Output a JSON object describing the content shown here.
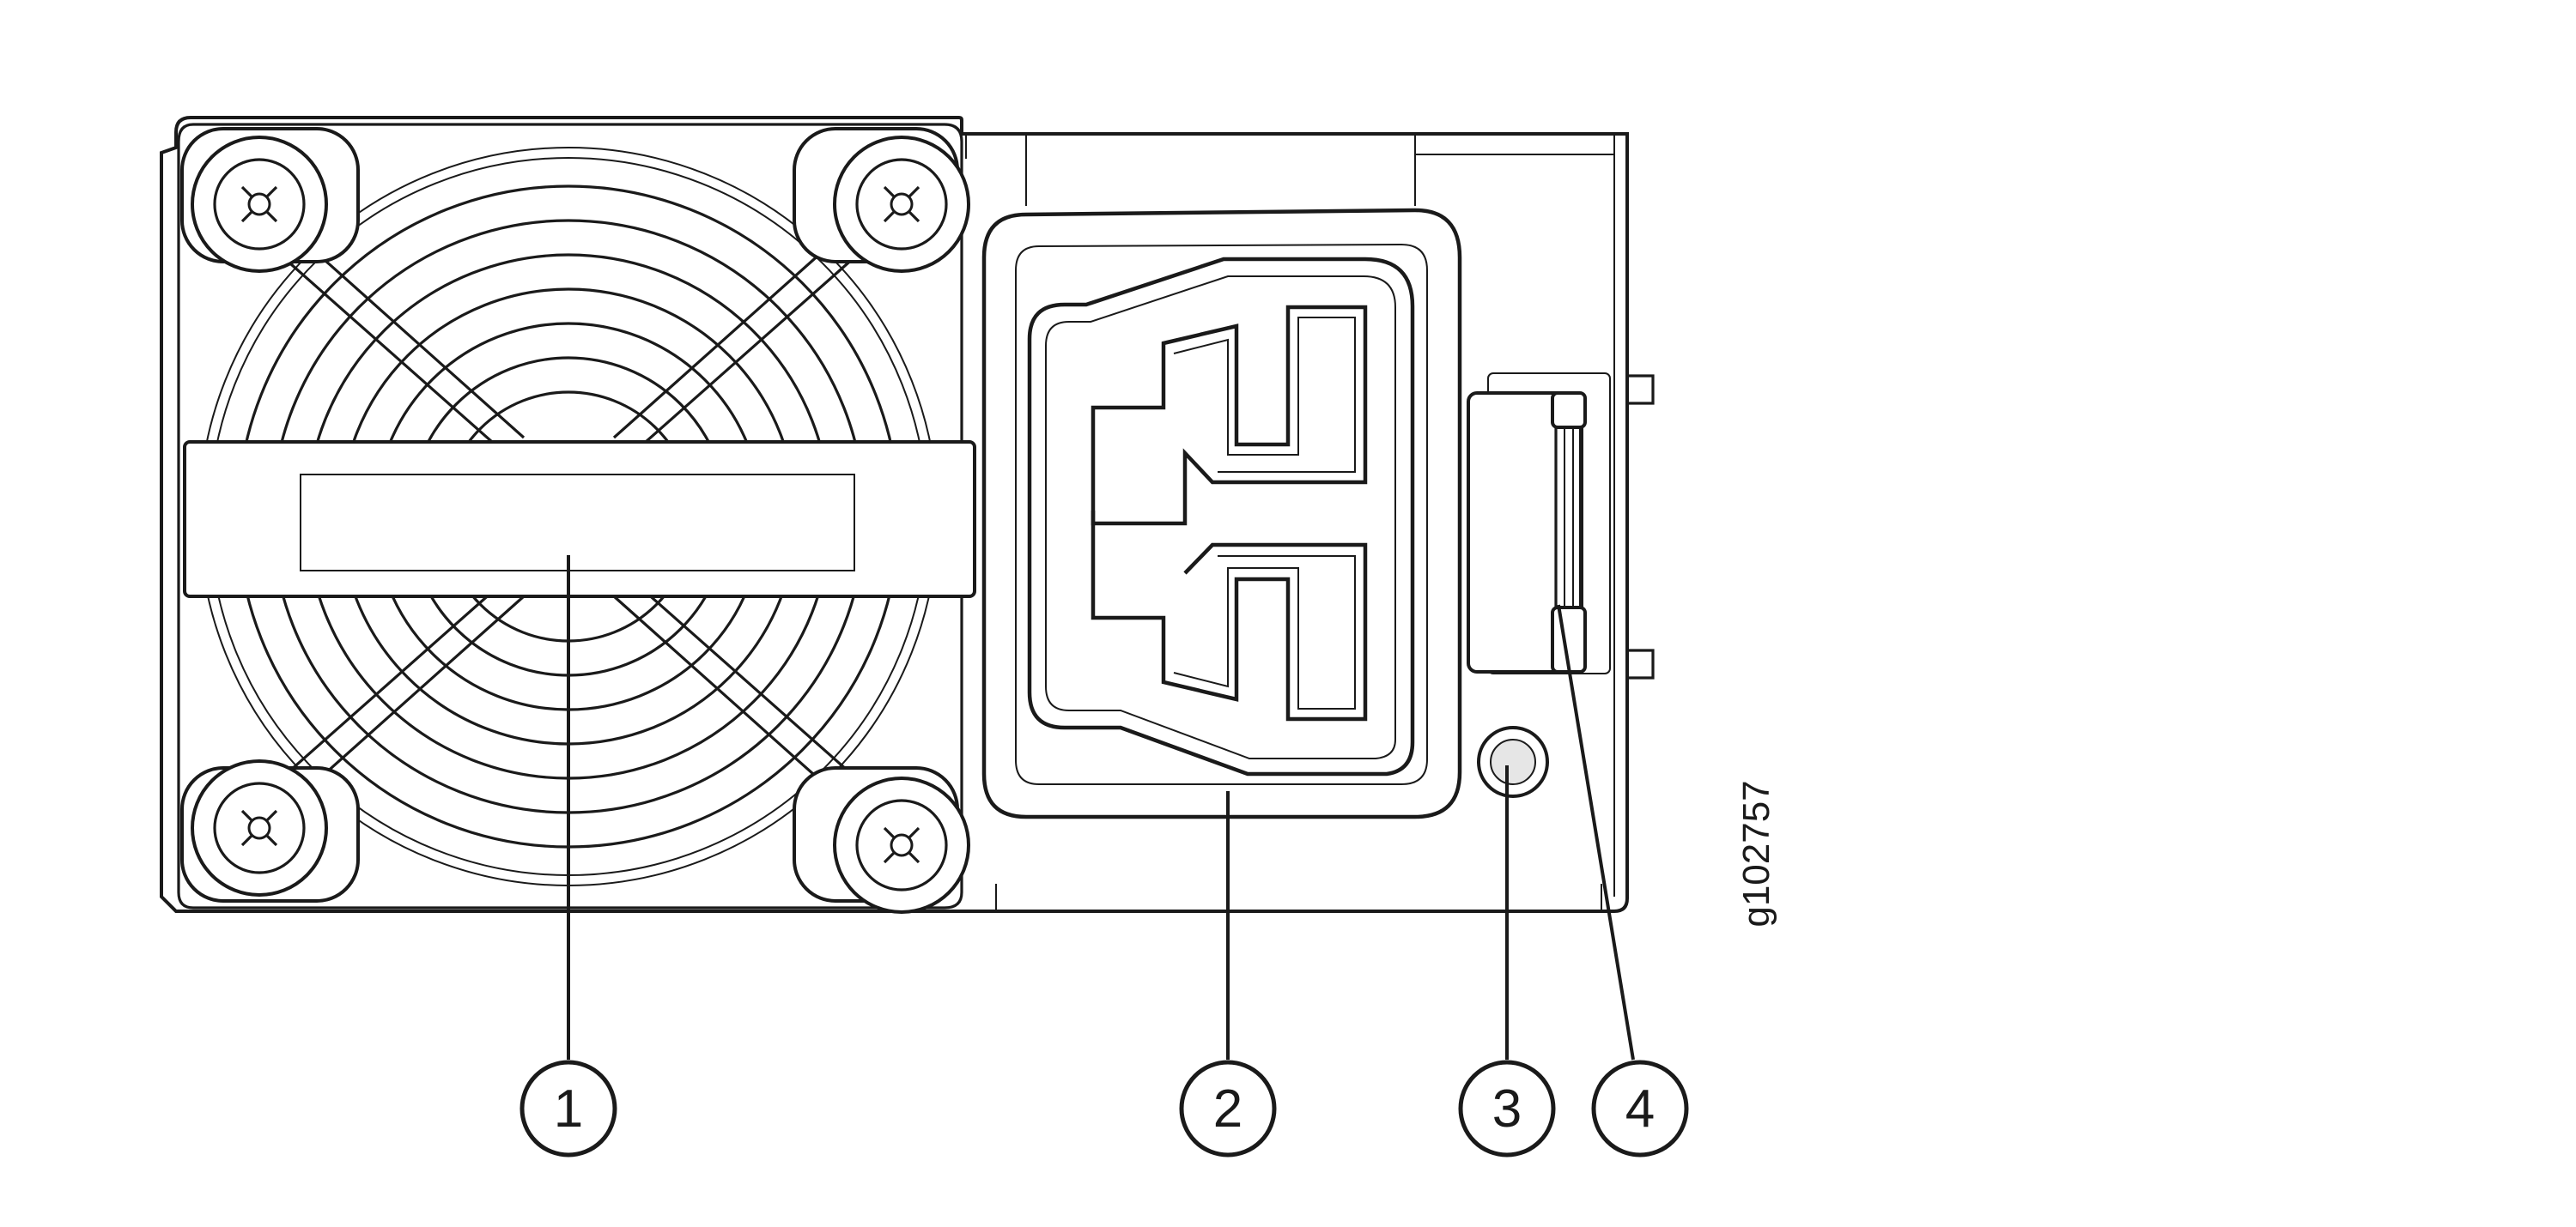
{
  "figure_id": "g102757",
  "callouts": [
    {
      "number": "1"
    },
    {
      "number": "2"
    },
    {
      "number": "3"
    },
    {
      "number": "4"
    }
  ],
  "colors": {
    "line": "#1a1a1a",
    "background": "#ffffff",
    "led_fill": "#e6e6e6"
  }
}
